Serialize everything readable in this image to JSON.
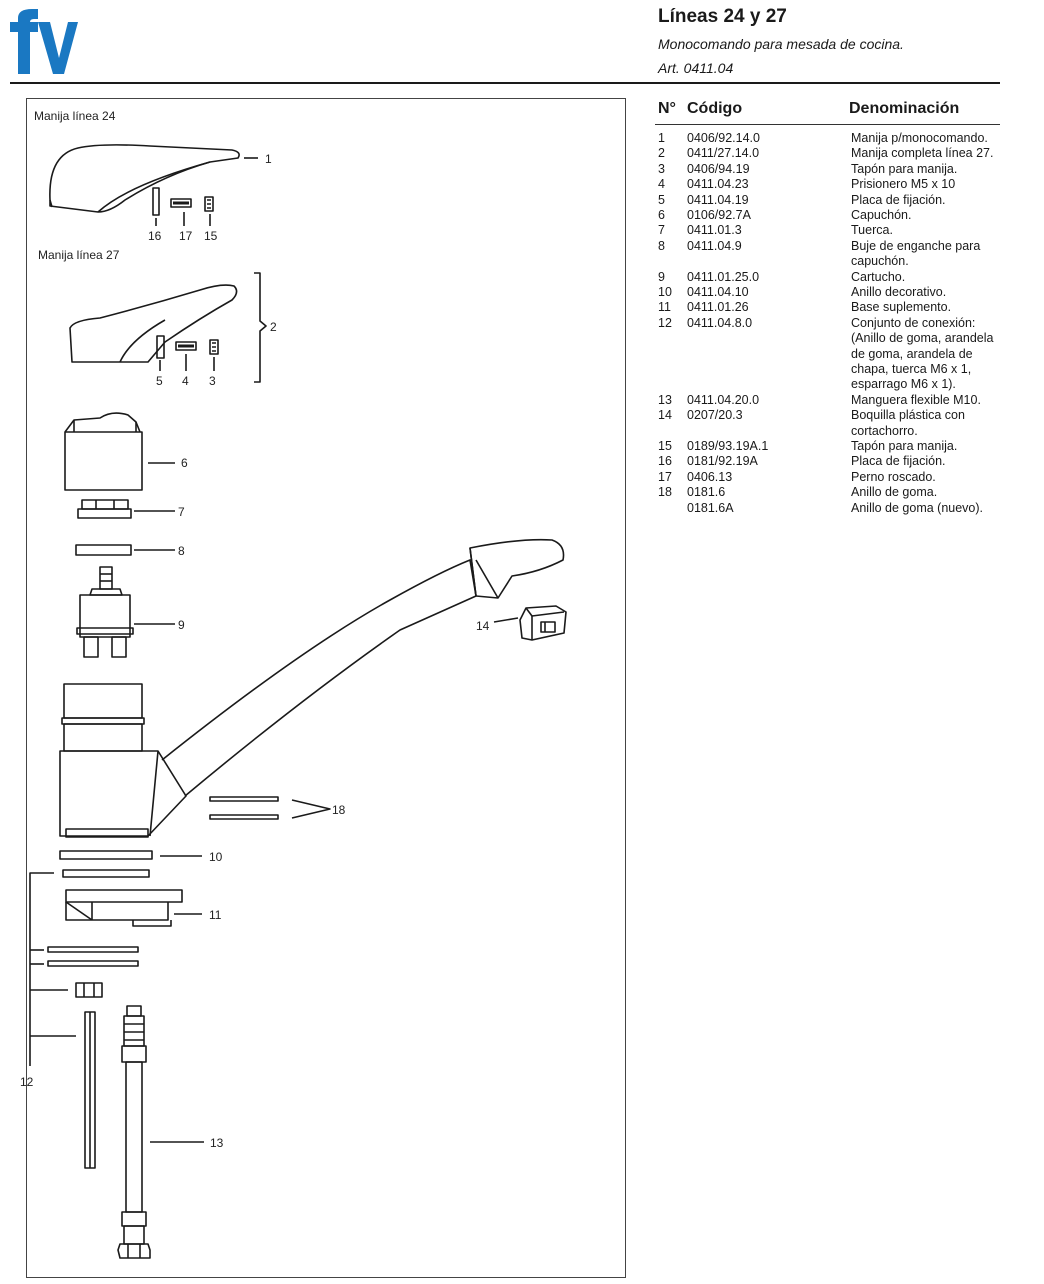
{
  "header": {
    "brand": "fv",
    "title": "Líneas 24 y 27",
    "subtitle": "Monocomando para mesada de cocina.",
    "article": "Art. 0411.04"
  },
  "diagram": {
    "labels": {
      "manija24": "Manija línea 24",
      "manija27": "Manija línea 27",
      "n1": "1",
      "n2": "2",
      "n3": "3",
      "n4": "4",
      "n5": "5",
      "n6": "6",
      "n7": "7",
      "n8": "8",
      "n9": "9",
      "n10": "10",
      "n11": "11",
      "n12": "12",
      "n13": "13",
      "n14": "14",
      "n15": "15",
      "n16": "16",
      "n17": "17",
      "n18": "18"
    }
  },
  "table": {
    "headers": {
      "number": "N°",
      "code": "Código",
      "name": "Denominación"
    },
    "rows": [
      {
        "n": "1",
        "code": "0406/92.14.0",
        "desc": "Manija p/monocomando."
      },
      {
        "n": "2",
        "code": "0411/27.14.0",
        "desc": "Manija completa línea 27."
      },
      {
        "n": "3",
        "code": "0406/94.19",
        "desc": "Tapón para manija."
      },
      {
        "n": "4",
        "code": "0411.04.23",
        "desc": "Prisionero M5 x 10"
      },
      {
        "n": "5",
        "code": "0411.04.19",
        "desc": "Placa de fijación."
      },
      {
        "n": "6",
        "code": "0106/92.7A",
        "desc": "Capuchón."
      },
      {
        "n": "7",
        "code": "0411.01.3",
        "desc": "Tuerca."
      },
      {
        "n": "8",
        "code": "0411.04.9",
        "desc": "Buje de enganche para\ncapuchón."
      },
      {
        "n": "9",
        "code": "0411.01.25.0",
        "desc": "Cartucho."
      },
      {
        "n": "10",
        "code": "0411.04.10",
        "desc": "Anillo decorativo."
      },
      {
        "n": "11",
        "code": "0411.01.26",
        "desc": "Base suplemento."
      },
      {
        "n": "12",
        "code": "0411.04.8.0",
        "desc": "Conjunto de conexión:\n(Anillo de goma, arandela\nde goma, arandela de\nchapa, tuerca M6 x 1,\nesparrago M6 x 1)."
      },
      {
        "n": "13",
        "code": "0411.04.20.0",
        "desc": "Manguera flexible M10."
      },
      {
        "n": "14",
        "code": "0207/20.3",
        "desc": "Boquilla plástica con\ncortachorro."
      },
      {
        "n": "15",
        "code": "0189/93.19A.1",
        "desc": "Tapón para manija."
      },
      {
        "n": "16",
        "code": "0181/92.19A",
        "desc": "Placa de fijación."
      },
      {
        "n": "17",
        "code": "0406.13",
        "desc": "Perno roscado."
      },
      {
        "n": "18",
        "code": "0181.6",
        "desc": "Anillo de goma."
      },
      {
        "n": "",
        "code": "0181.6A",
        "desc": "Anillo de goma (nuevo)."
      }
    ]
  },
  "colors": {
    "brand": "#1a78c2",
    "line": "#1a1a1a"
  }
}
